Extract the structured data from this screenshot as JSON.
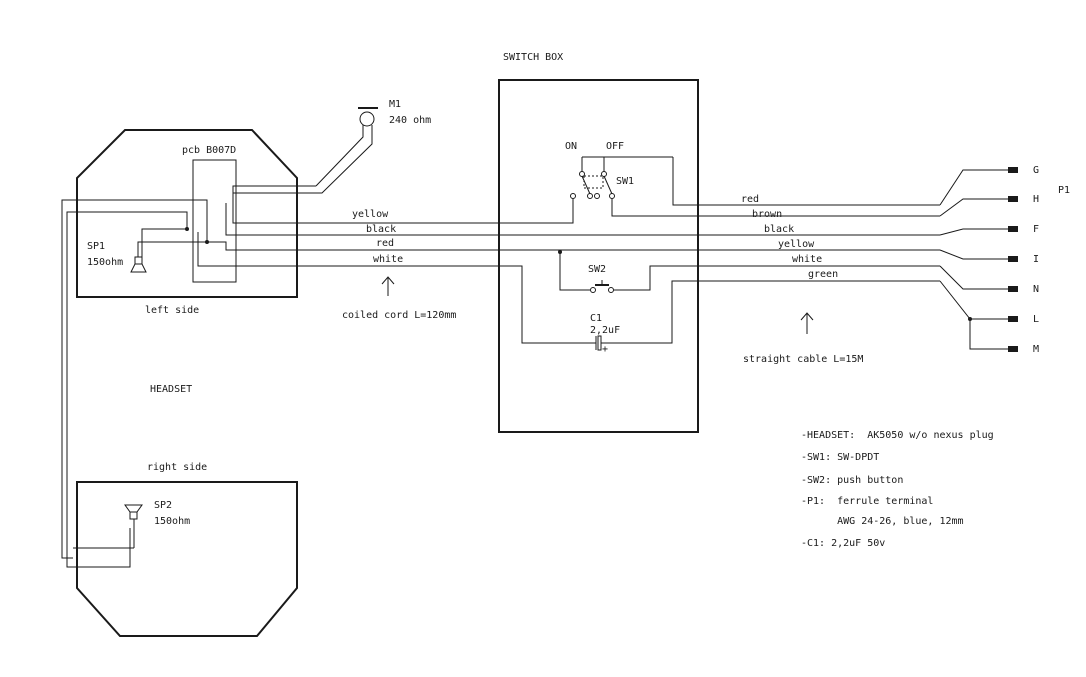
{
  "titles": {
    "switch_box": "SWITCH BOX",
    "headset": "HEADSET",
    "left_side": "left side",
    "right_side": "right side",
    "pcb": "pcb B007D",
    "p1": "P1"
  },
  "components": {
    "m1_name": "M1",
    "m1_value": "240 ohm",
    "sp1_name": "SP1",
    "sp1_value": "150ohm",
    "sp2_name": "SP2",
    "sp2_value": "150ohm",
    "sw1": "SW1",
    "sw1_on": "ON",
    "sw1_off": "OFF",
    "sw2": "SW2",
    "c1_name": "C1",
    "c1_value": "2,2uF",
    "c1_plus": "+"
  },
  "coiled_wires": [
    "yellow",
    "black",
    "red",
    "white"
  ],
  "straight_wires": [
    "red",
    "brown",
    "black",
    "yellow",
    "white",
    "green"
  ],
  "terminals": [
    "G",
    "H",
    "F",
    "I",
    "N",
    "L",
    "M"
  ],
  "cables": {
    "coiled": "coiled cord L=120mm",
    "straight": "straight cable L=15M"
  },
  "notes": [
    "-HEADSET:  AK5050 w/o nexus plug",
    "-SW1: SW-DPDT",
    "-SW2: push button",
    "-P1:  ferrule terminal",
    "      AWG 24-26, blue, 12mm",
    "-C1: 2,2uF 50v"
  ]
}
